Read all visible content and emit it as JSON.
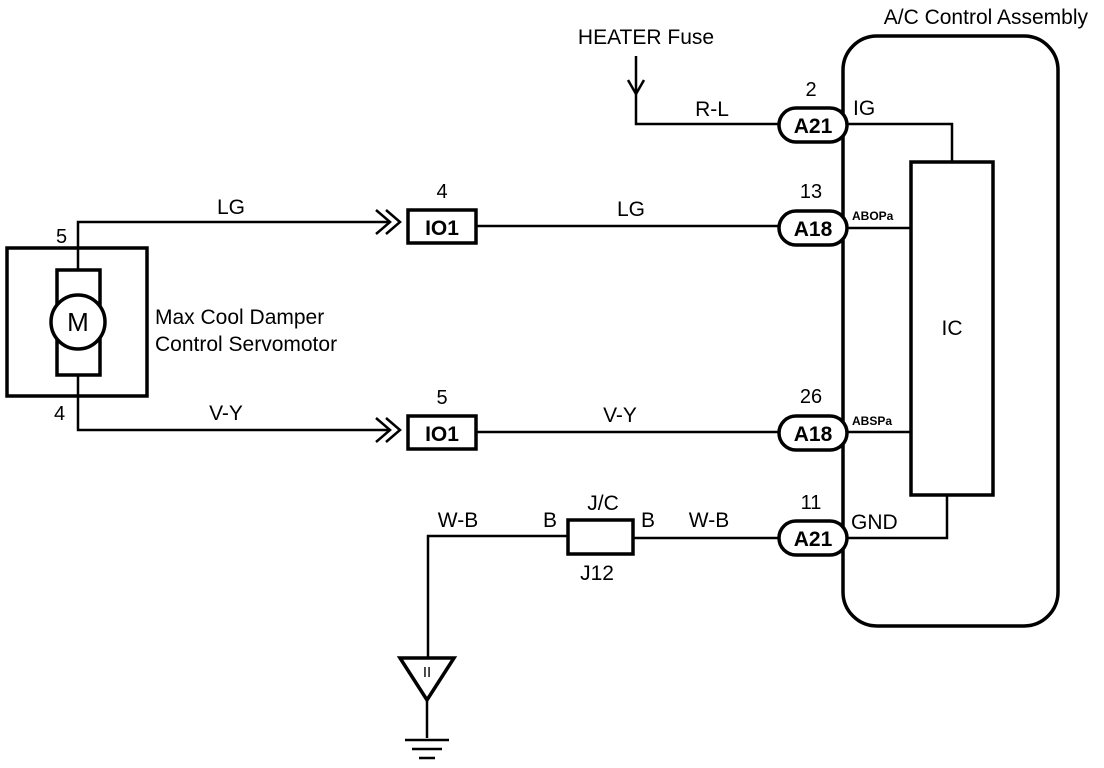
{
  "heater_fuse": "HEATER Fuse",
  "assembly_title": "A/C Control Assembly",
  "ic_label": "IC",
  "motor": {
    "symbol": "M",
    "name_line1": "Max Cool Damper",
    "name_line2": "Control Servomotor",
    "pin_top": "5",
    "pin_bottom": "4"
  },
  "wires": {
    "r_l": "R-L",
    "lg_left": "LG",
    "lg_right": "LG",
    "vy_left": "V-Y",
    "vy_right": "V-Y",
    "wb_left": "W-B",
    "wb_right": "W-B"
  },
  "io_connectors": [
    {
      "id": "IO1",
      "pin": "4"
    },
    {
      "id": "IO1",
      "pin": "5"
    }
  ],
  "ac_connectors": [
    {
      "id": "A21",
      "pin": "2",
      "terminal": "IG"
    },
    {
      "id": "A18",
      "pin": "13",
      "terminal": "ABOPa"
    },
    {
      "id": "A18",
      "pin": "26",
      "terminal": "ABSPa"
    },
    {
      "id": "A21",
      "pin": "11",
      "terminal": "GND"
    }
  ],
  "junction": {
    "top_label": "J/C",
    "bottom_label": "J12",
    "left_pin": "B",
    "right_pin": "B"
  },
  "ground_symbol": "II"
}
